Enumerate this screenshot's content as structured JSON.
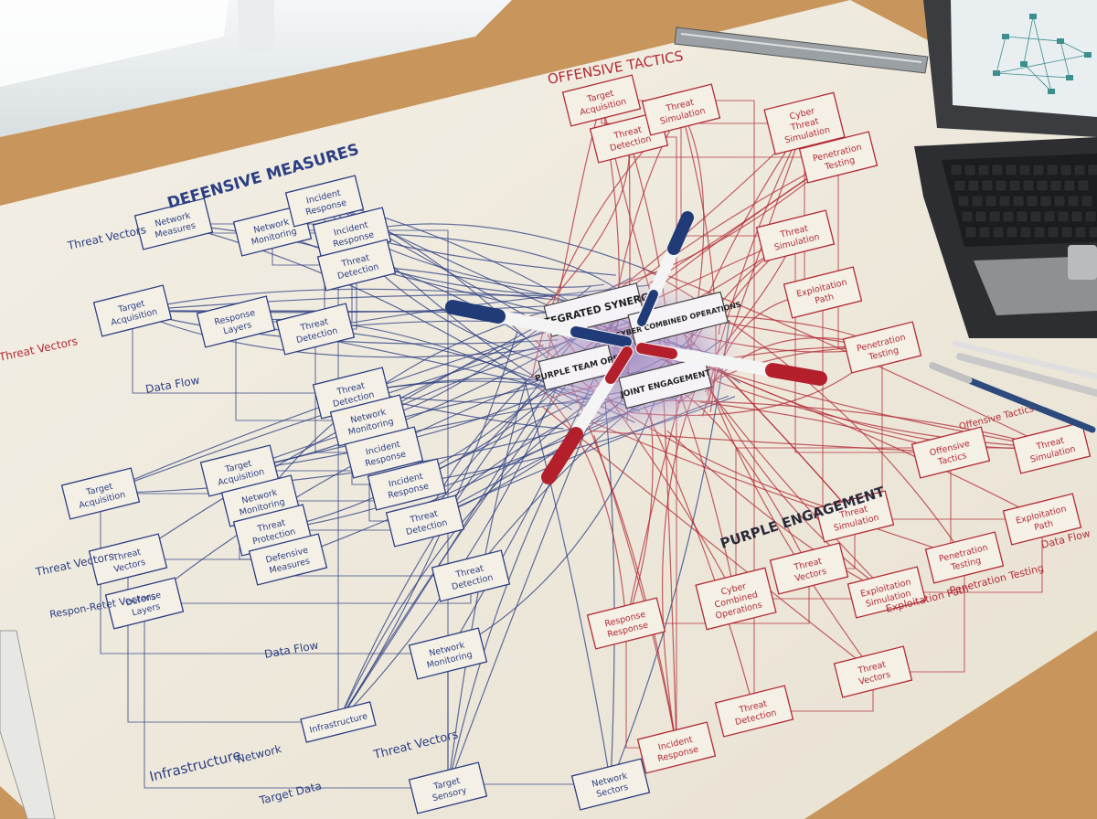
{
  "headings": {
    "defensive": "DEFENSIVE MEASURES",
    "offensive": "OFFENSIVE TACTICS",
    "purple": "PURPLE ENGAGEMENT"
  },
  "center": {
    "integrated": "INTEGRATED SYNERGY",
    "cyber": "CYBER COMBINED OPERATIONS",
    "purple_ops": "PURPLE TEAM OPS",
    "joint": "JOINT ENGAGEMENT"
  },
  "blue_boxes": [
    "Network Measures",
    "Network Monitoring",
    "Incident Response",
    "Incident Response",
    "Threat Detection",
    "Target Acquisition",
    "Response Layers",
    "Threat Detection",
    "Threat Detection",
    "Network Monitoring",
    "Incident Response",
    "Incident Response",
    "Threat Detection",
    "Target Acquisition",
    "Network Monitoring",
    "Threat Protection",
    "Defensive Measures",
    "Threat Detection",
    "Target Acquisition",
    "Threat Vectors",
    "Defense Layers",
    "Network Monitoring",
    "Infrastructure",
    "Target Sensory",
    "Network Sectors"
  ],
  "red_boxes": [
    "Target Acquisition",
    "Threat Detection",
    "Threat Simulation",
    "Cyber Threat Simulation",
    "Penetration Testing",
    "Threat Simulation",
    "Exploitation Path",
    "Penetration Testing",
    "Offensive Tactics",
    "Threat Simulation",
    "Exploitation Path",
    "Penetration Testing",
    "Threat Vectors",
    "Exploitation Simulation",
    "Threat Vectors",
    "Response Response",
    "Cyber Combined Operations",
    "Threat Detection",
    "Incident Response",
    "Threat Simulation"
  ],
  "free_labels": [
    "Threat Vectors",
    "Data Flow",
    "Data Flow",
    "Threat Vectors",
    "Respon-Retet Vectors",
    "Infrastructure",
    "Network",
    "Target Data",
    "Threat Vectors",
    "Exploitation Path",
    "Penetration Testing",
    "Offensive Tactics",
    "Threat Vectors",
    "Data Flow"
  ],
  "colors": {
    "desk": "#c8955c",
    "paper": "#f1ece0",
    "blue_ink": "#2c3f82",
    "red_ink": "#b22a34",
    "purple_center": "#9d86c4",
    "laptop_body": "#3a3c40"
  }
}
